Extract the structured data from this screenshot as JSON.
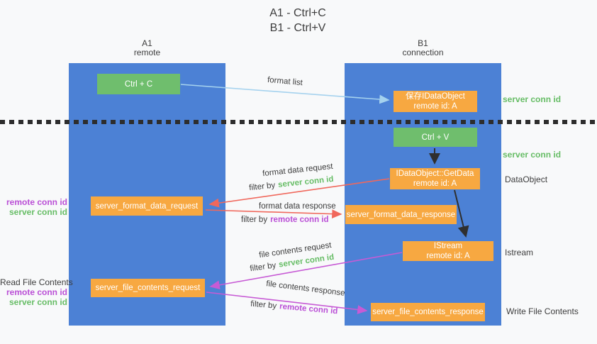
{
  "title": {
    "line1": "A1 - Ctrl+C",
    "line2": "B1 - Ctrl+V"
  },
  "columns": {
    "a1": {
      "name": "A1",
      "sub": "remote"
    },
    "b1": {
      "name": "B1",
      "sub": "connection"
    }
  },
  "boxes": {
    "ctrl_c": "Ctrl + C",
    "ctrl_v": "Ctrl + V",
    "save_idataobject": {
      "line1": "保存IDataObject",
      "line2": "remote id: A"
    },
    "getdata": {
      "line1": "IDataObject::GetData",
      "line2": "remote id: A"
    },
    "istream": {
      "line1": "IStream",
      "line2": "remote id: A"
    },
    "server_format_data_request": "server_format_data_request",
    "server_format_data_response": "server_format_data_response",
    "server_file_contents_request": "server_file_contents_request",
    "server_file_contents_response": "server_file_contents_response"
  },
  "arrow_labels": {
    "format_list": "format list",
    "format_data_request": "format data request",
    "format_data_response": "format data response",
    "file_contents_request": "file contents request",
    "file_contents_response": "file contents response",
    "filter_by": "filter by",
    "server_conn_id": "server conn id",
    "remote_conn_id": "remote conn id"
  },
  "side_labels": {
    "server_conn_id": "server conn id",
    "remote_conn_id": "remote conn id",
    "data_object": "DataObject",
    "istream": "Istream",
    "read_file_contents": "Read File Contents",
    "write_file_contents": "Write File Contents"
  },
  "colors": {
    "lane_blue": "#4c81d5",
    "node_green": "#6fbe6d",
    "node_orange": "#f7a841",
    "arrow_light_blue": "#a5d2ee",
    "arrow_red": "#f0685c",
    "arrow_magenta": "#c75bd5",
    "arrow_black": "#2f2f2f",
    "text_green": "#67bd66",
    "text_purple": "#ba4fd6",
    "divider_black": "#2d2d2d"
  }
}
